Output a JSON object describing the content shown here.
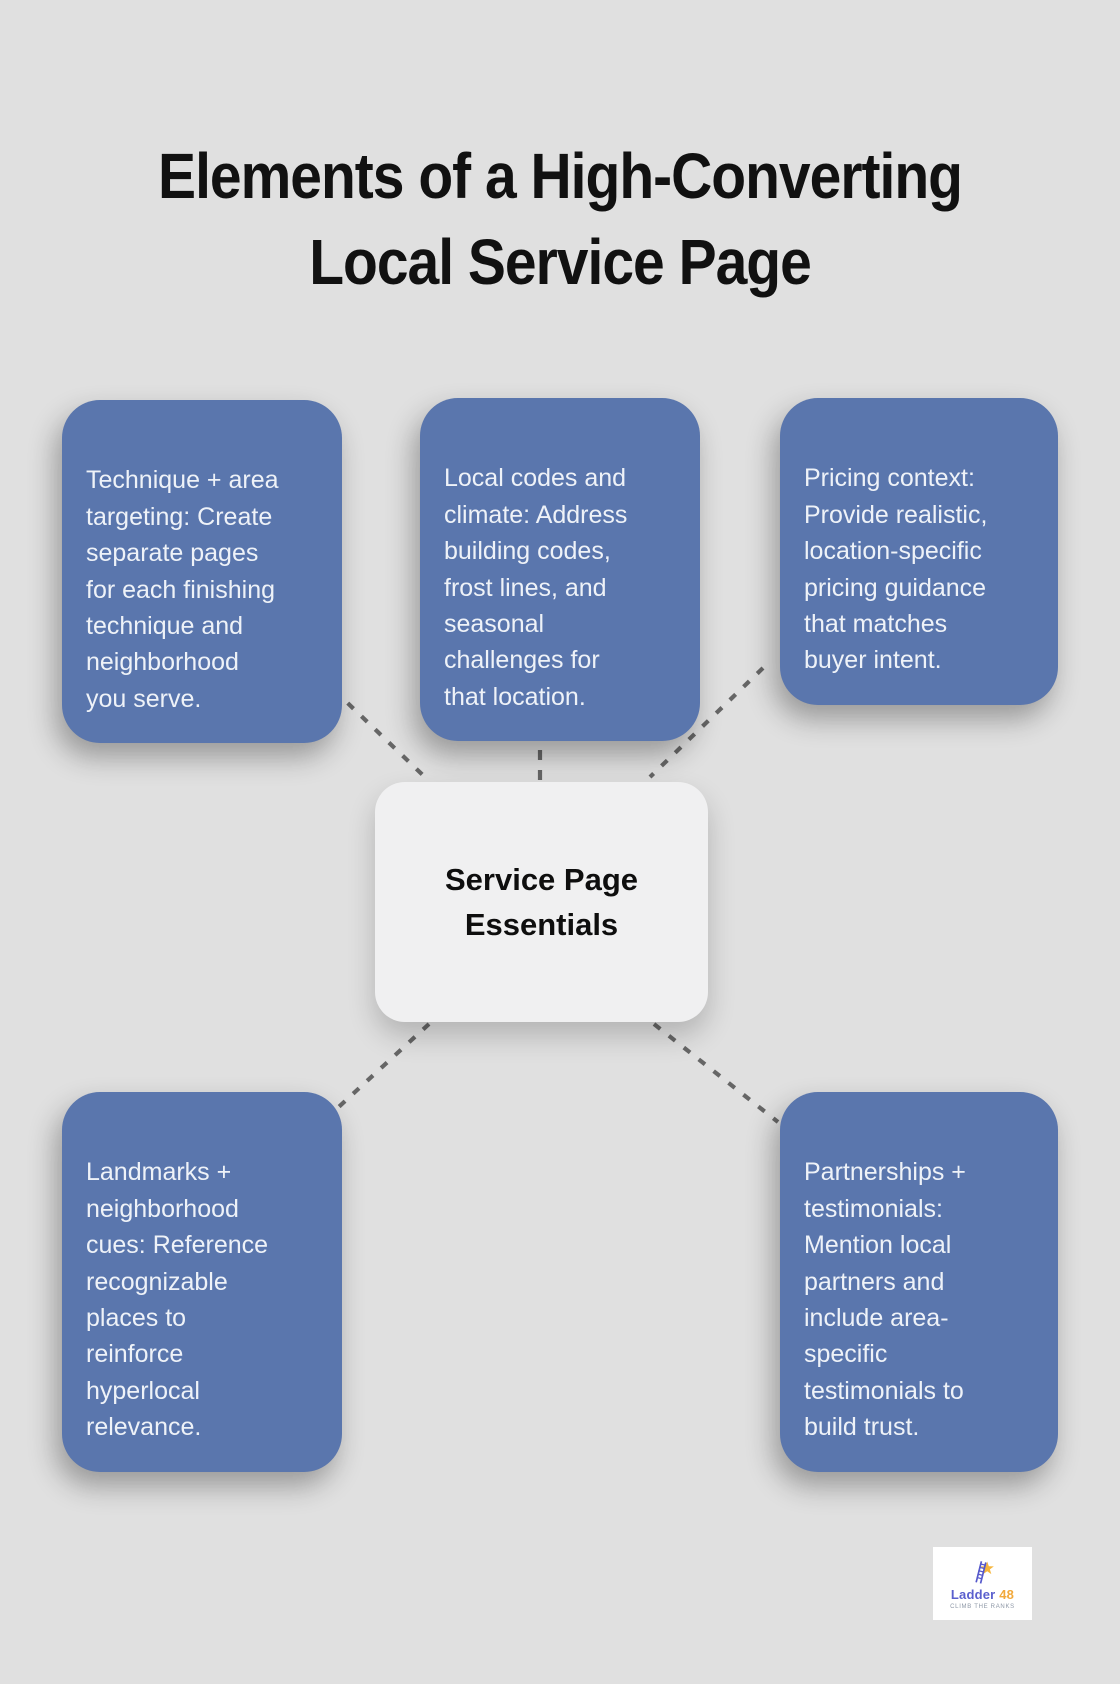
{
  "page": {
    "title_line1": "Elements of a High-Converting",
    "title_line2": "Local Service Page",
    "background_color": "#e0e0e0",
    "title_color": "#111111"
  },
  "diagram": {
    "center": {
      "label": "Service Page\nEssentials",
      "fill": "#f0f0f1",
      "text_color": "#0e0e0e"
    },
    "node_fill": "#5a76ad",
    "node_text_color": "#eef2f8",
    "connector_color": "#666666",
    "nodes": [
      {
        "id": "technique-area-targeting",
        "text": "Technique + area\ntargeting: Create\nseparate pages\nfor each finishing\ntechnique and\nneighborhood\nyou serve."
      },
      {
        "id": "local-codes-climate",
        "text": "Local codes and\nclimate: Address\nbuilding codes,\nfrost lines, and\nseasonal\nchallenges for\nthat location."
      },
      {
        "id": "pricing-context",
        "text": "Pricing context:\nProvide realistic,\nlocation-specific\npricing guidance\nthat matches\nbuyer intent."
      },
      {
        "id": "landmarks-neighborhood-cues",
        "text": "Landmarks +\nneighborhood\ncues: Reference\nrecognizable\nplaces to\nreinforce\nhyperlocal\nrelevance."
      },
      {
        "id": "partnerships-testimonials",
        "text": "Partnerships +\ntestimonials:\nMention local\npartners and\ninclude area-\nspecific\ntestimonials to\nbuild trust."
      }
    ]
  },
  "logo": {
    "brand_part1": "Ladder",
    "brand_part2": "48",
    "tagline": "CLIMB THE RANKS",
    "brand_color": "#5a5fce",
    "accent_color": "#f2a93b"
  }
}
